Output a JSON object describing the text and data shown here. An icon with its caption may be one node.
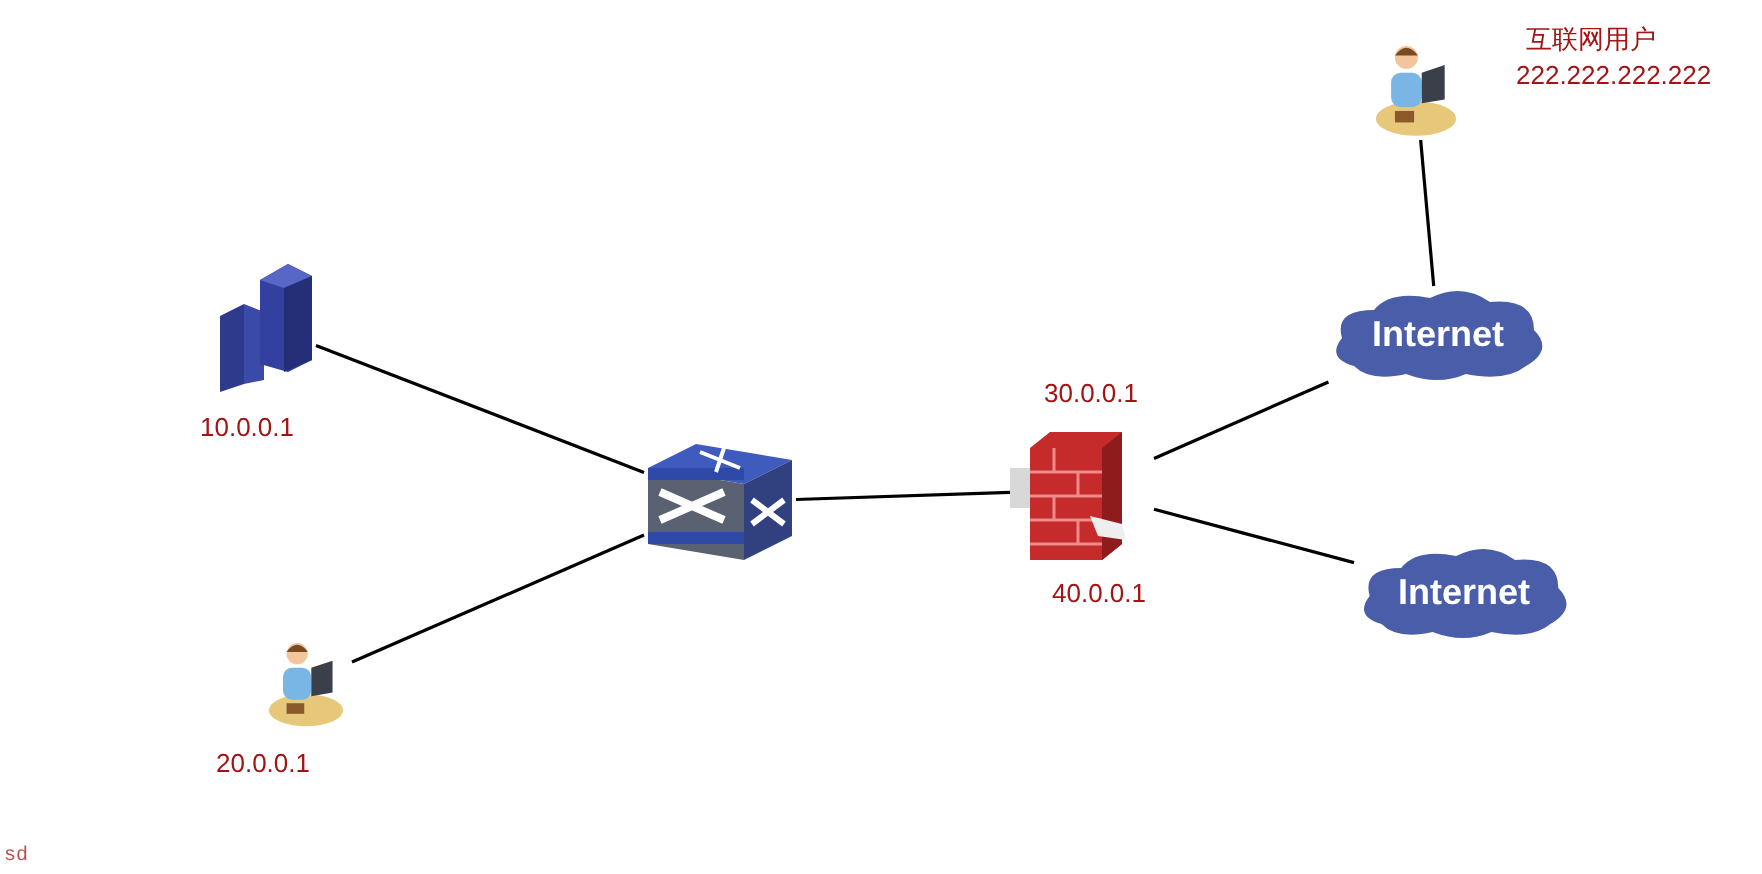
{
  "diagram": {
    "nodes": [
      {
        "text": [],
        "shape": "picture",
        "beside": [
          "10.0.0.1"
        ]
      },
      {
        "text": [],
        "shape": "picture",
        "beside": [
          "20.0.0.1"
        ]
      },
      {
        "text": [],
        "shape": "picture"
      },
      {
        "text": [],
        "shape": "picture",
        "beside": [
          "30.0.0.1",
          "40.0.0.1"
        ]
      },
      {
        "text": [
          "Internet"
        ]
      },
      {
        "text": [
          "Internet"
        ]
      },
      {
        "text": [],
        "shape": "picture",
        "beside": [
          "互联网用户",
          "222.222.222.222"
        ]
      }
    ],
    "edges": [
      {
        "from": 0,
        "to": 2,
        "arrow": "none"
      },
      {
        "from": 1,
        "to": 2,
        "arrow": "none"
      },
      {
        "from": 2,
        "to": 3,
        "arrow": "none"
      },
      {
        "from": 3,
        "to": 4,
        "arrow": "none"
      },
      {
        "from": 3,
        "to": 5,
        "arrow": "none"
      },
      {
        "from": 4,
        "to": 6,
        "arrow": "none"
      }
    ],
    "labels": [
      "sd"
    ]
  }
}
